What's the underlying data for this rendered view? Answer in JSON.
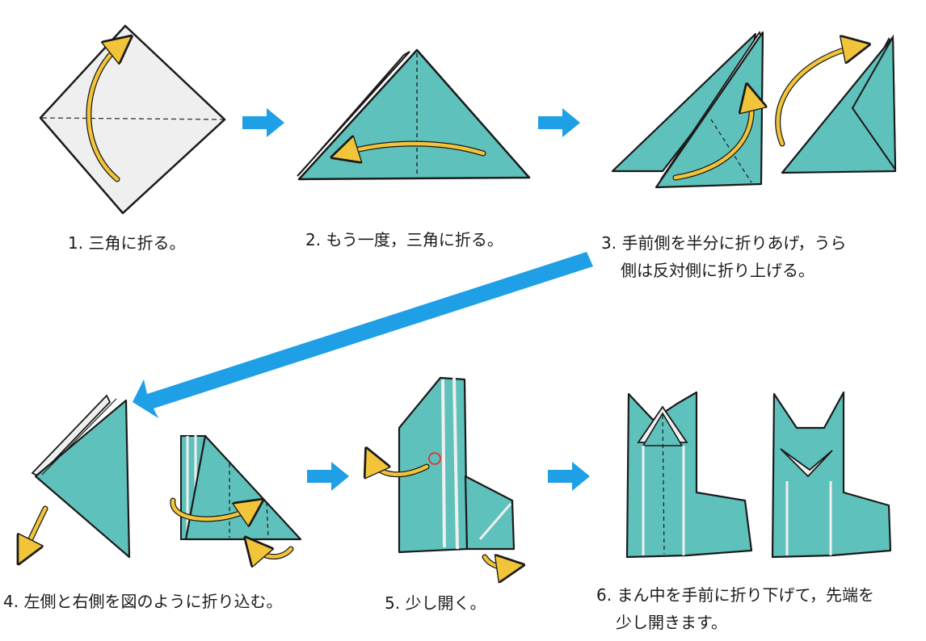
{
  "colors": {
    "paper_teal": "#5fc1bb",
    "paper_white": "#efefef",
    "outline": "#1a1a1a",
    "fold_arrow": "#f2c43a",
    "step_arrow": "#1e9fe6"
  },
  "steps": [
    {
      "caption": [
        "1. 三角に折る。"
      ]
    },
    {
      "caption": [
        "2. もう一度，三角に折る。"
      ]
    },
    {
      "caption": [
        "3. 手前側を半分に折りあげ，うら",
        "側は反対側に折り上げる。"
      ]
    },
    {
      "caption": [
        "4. 左側と右側を図のように折り込む。"
      ]
    },
    {
      "caption": [
        "5. 少し開く。"
      ]
    },
    {
      "caption": [
        "6. まん中を手前に折り下げて，先端を",
        "少し開きます。"
      ]
    }
  ]
}
